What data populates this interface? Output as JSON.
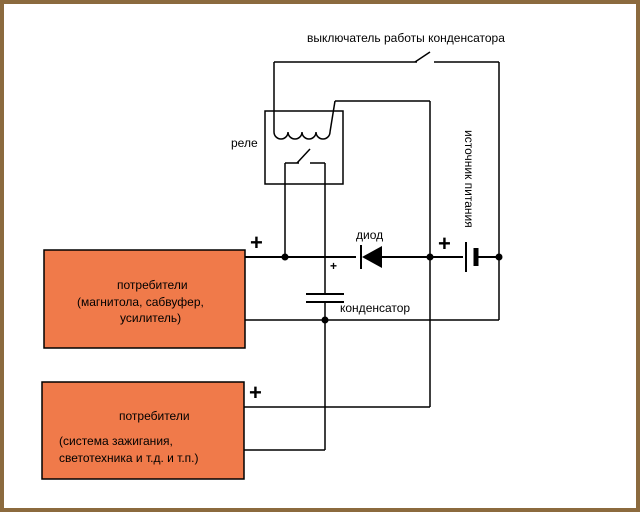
{
  "labels": {
    "switch": "выключатель работы конденсатора",
    "relay": "реле",
    "power_source": "источник питания",
    "diode": "диод",
    "capacitor": "конденсатор",
    "capacitor_plus": "+",
    "consumers_1": {
      "line1": "потребители",
      "line2": "(магнитола, сабвуфер,",
      "line3": "усилитель)"
    },
    "consumers_2": {
      "line1": "потребители",
      "line2": "(система зажигания,",
      "line3": "светотехника и т.д. и т.п.)"
    },
    "plus_sign": "+"
  },
  "colors": {
    "border": "#8b6a3e",
    "consumer_fill": "#f07a4a",
    "wire": "#000000"
  }
}
